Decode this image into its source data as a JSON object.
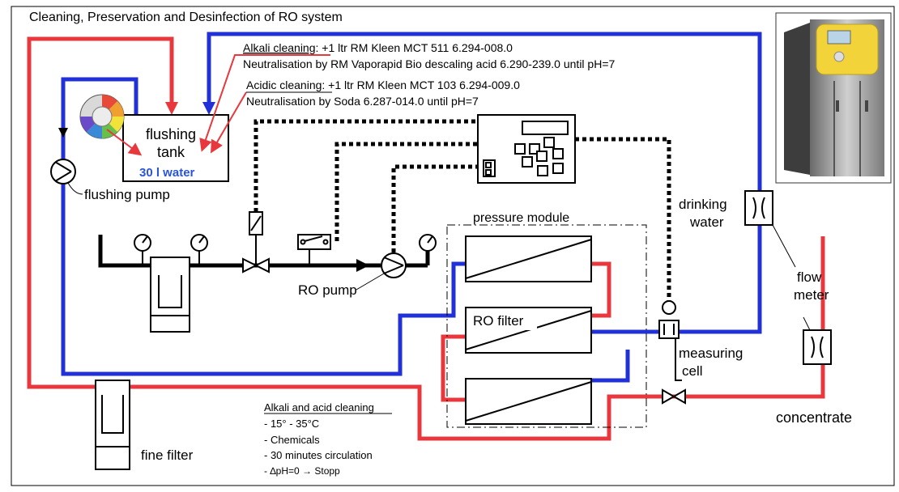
{
  "title": "Cleaning, Preservation and Desinfection of RO system",
  "notes": {
    "alkali_label": "Alkali cleaning",
    "alkali_text": ": +1 ltr RM Kleen MCT 511 6.294-008.0",
    "alkali_neutral": "Neutralisation by RM Vaporapid Bio descaling acid 6.290-239.0 until pH=7",
    "acidic_label": "Acidic cleaning",
    "acidic_text": ": +1 ltr RM Kleen MCT 103 6.294-009.0",
    "acidic_neutral": "Neutralisation by Soda 6.287-014.0 until pH=7"
  },
  "labels": {
    "flushing_tank_1": "flushing",
    "flushing_tank_2": "tank",
    "water_volume": "30 l water",
    "flushing_pump": "flushing pump",
    "ro_pump": "RO pump",
    "pressure_module": "pressure module",
    "ro_filter": "RO filter",
    "drinking_1": "drinking",
    "drinking_2": "water",
    "flow_1": "flow",
    "flow_2": "meter",
    "measuring_1": "measuring",
    "measuring_2": "cell",
    "concentrate": "concentrate",
    "fine_filter": "fine filter"
  },
  "cleaning_box": {
    "heading": "Alkali and acid cleaning",
    "items": [
      "- 15° - 35°C",
      "- Chemicals",
      "- 30 minutes circulation",
      "- ∆pH=0 → Stopp"
    ]
  },
  "colors": {
    "red": "#e8383d",
    "blue": "#2230d8",
    "black": "#000000",
    "water_text": "#2a55d6"
  }
}
